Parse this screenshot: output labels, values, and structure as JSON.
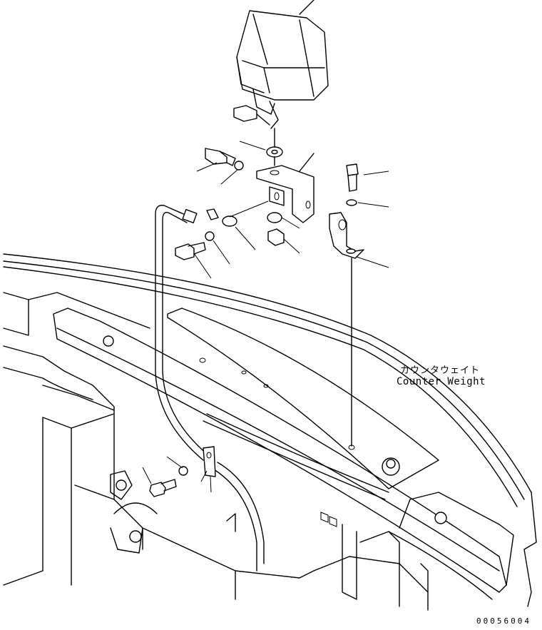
{
  "labels": {
    "counterweight_jp": "カウンタウェイト",
    "counterweight_en": "Counter Weight"
  },
  "drawing_number": "00056004",
  "colors": {
    "line": "#000000",
    "background": "#ffffff"
  }
}
